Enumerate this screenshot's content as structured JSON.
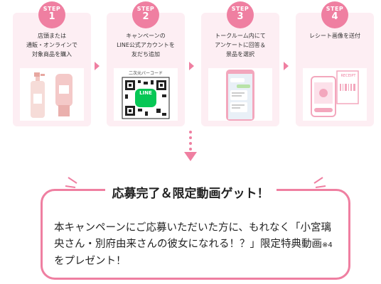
{
  "steps": [
    {
      "label": "STEP",
      "number": "1",
      "text": "店頭または\n通販・オンラインで\n対象商品を購入"
    },
    {
      "label": "STEP",
      "number": "2",
      "text": "キャンペーンの\nLINE公式アカウントを\n友だち追加",
      "qr_caption": "二次元バーコード",
      "line_logo": "LINE"
    },
    {
      "label": "STEP",
      "number": "3",
      "text": "トークルーム内にて\nアンケートに回答＆\n景品を選択"
    },
    {
      "label": "STEP",
      "number": "4",
      "text": "レシート画像を送付",
      "receipt_label": "RECEIPT"
    }
  ],
  "result": {
    "title": "応募完了＆限定動画ゲット！",
    "body_main": "本キャンペーンにご応募いただいた方に、もれなく「小宮璃央さん・別府由来さんの彼女になれる！？」限定特典動画",
    "body_note": "※4",
    "body_end": "をプレゼント！"
  },
  "colors": {
    "accent": "#ef7fa1",
    "step_bg": "#fdeef3",
    "line_green": "#06c755"
  }
}
